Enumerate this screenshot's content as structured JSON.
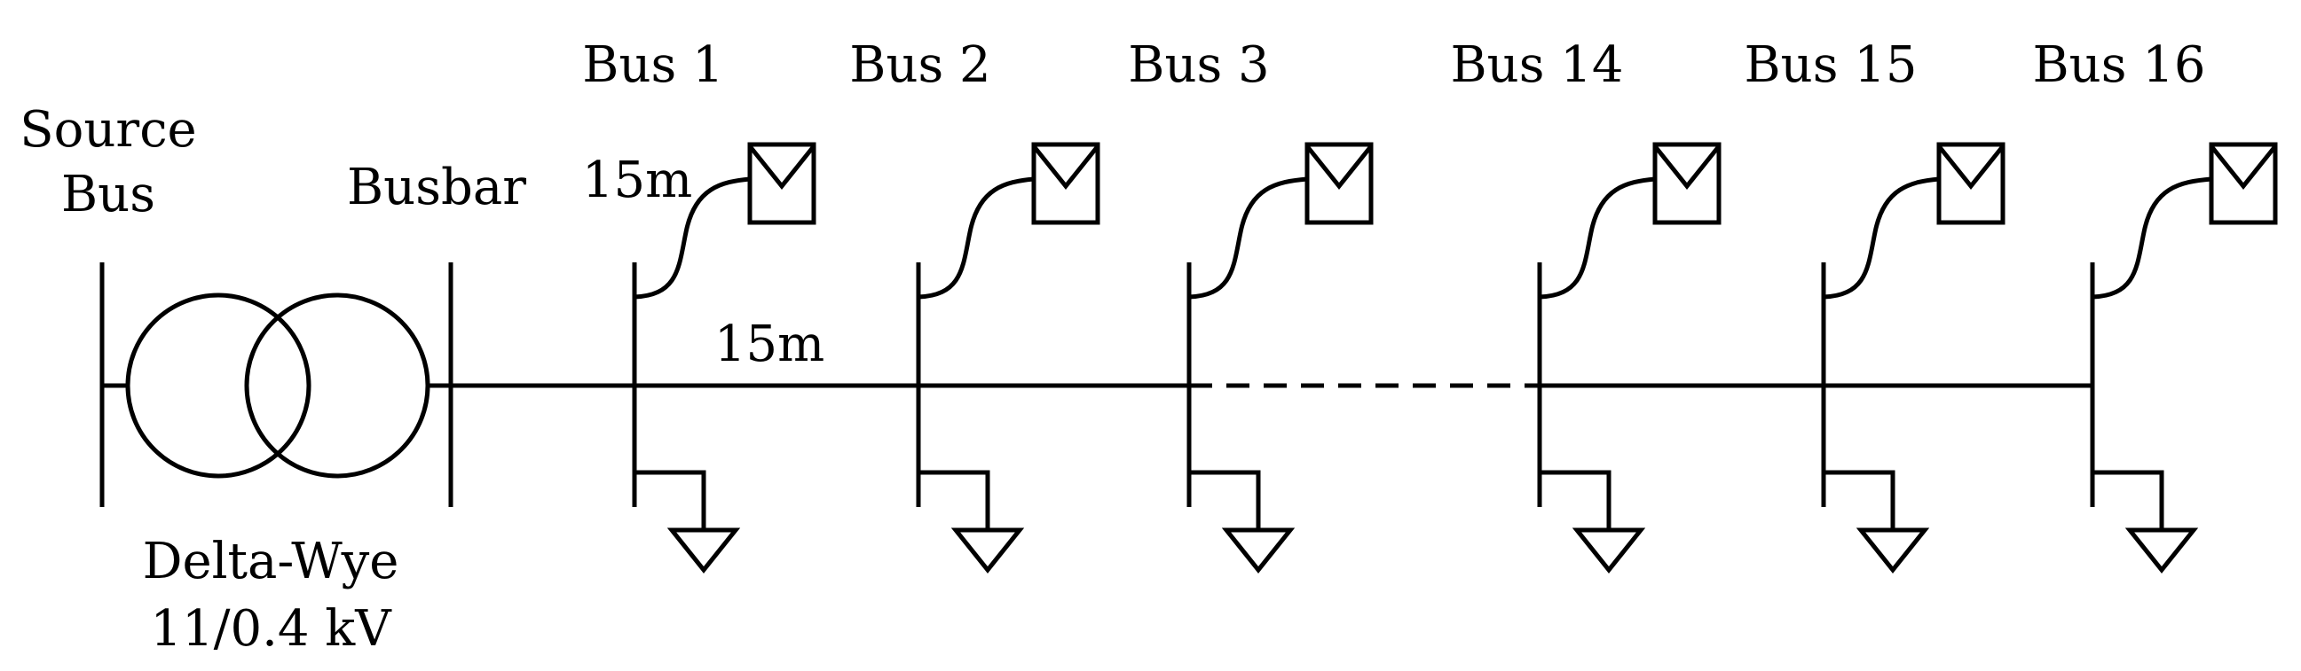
{
  "source": {
    "label_line1": "Source",
    "label_line2": "Bus"
  },
  "busbar": {
    "label": "Busbar"
  },
  "transformer": {
    "label_line1": "Delta-Wye",
    "label_line2": "11/0.4 kV"
  },
  "lengths": {
    "pv_cable": "15m",
    "segment": "15m"
  },
  "buses": [
    {
      "label": "Bus 1"
    },
    {
      "label": "Bus 2"
    },
    {
      "label": "Bus 3"
    },
    {
      "label": "Bus 14"
    },
    {
      "label": "Bus 15"
    },
    {
      "label": "Bus 16"
    }
  ]
}
